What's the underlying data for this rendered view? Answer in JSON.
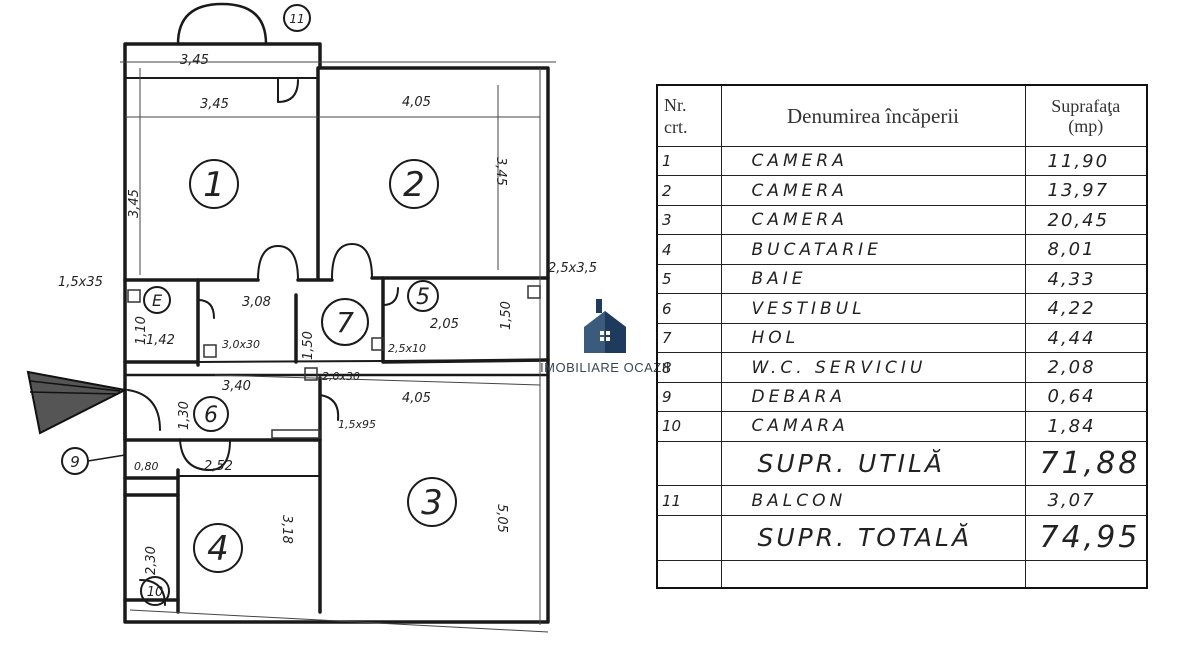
{
  "plan": {
    "dimensions": {
      "balcony_width": "3,45",
      "room1_width": "3,45",
      "room2_width": "4,05",
      "room1_height": "3,45",
      "room2_height": "3,45",
      "vent_left": "1,5x35",
      "vent_right": "2,5x3,5",
      "hall7_width": "3,08",
      "hall7_height": "1,50",
      "wc_width": "2,05",
      "wc_height": "1,50",
      "small_e_height": "1,10",
      "small_e_width": "1,42",
      "vent_e": "3,0x30",
      "vent_wc": "2,5x10",
      "hall6_width": "3,40",
      "vent_hall": "2,0x30",
      "room3_width": "4,05",
      "hall6_height": "1,30",
      "vent_kitchen": "1,5x95",
      "kitchen_width": "2,52",
      "pantry_dim": "0,80",
      "kitchen_height": "3,18",
      "room3_height": "5,05",
      "camara_height": "2,30"
    },
    "room_labels": {
      "r1": "1",
      "r2": "2",
      "r3": "3",
      "r4": "4",
      "r5": "5",
      "r6": "6",
      "r7": "7",
      "r8": "E",
      "r9": "9",
      "r10": "10",
      "r11": "11"
    }
  },
  "watermark": {
    "text": "IMOBILIARE OCAZII"
  },
  "table": {
    "headers": {
      "nr_line1": "Nr.",
      "nr_line2": "crt.",
      "name": "Denumirea încăperii",
      "area_line1": "Suprafaţa",
      "area_line2": "(mp)"
    },
    "rows": [
      {
        "nr": "1",
        "name": "CAMERA",
        "area": "11,90"
      },
      {
        "nr": "2",
        "name": "CAMERA",
        "area": "13,97"
      },
      {
        "nr": "3",
        "name": "CAMERA",
        "area": "20,45"
      },
      {
        "nr": "4",
        "name": "BUCATARIE",
        "area": "8,01"
      },
      {
        "nr": "5",
        "name": "BAIE",
        "area": "4,33"
      },
      {
        "nr": "6",
        "name": "VESTIBUL",
        "area": "4,22"
      },
      {
        "nr": "7",
        "name": "HOL",
        "area": "4,44"
      },
      {
        "nr": "8",
        "name": "W.C. SERVICIU",
        "area": "2,08"
      },
      {
        "nr": "9",
        "name": "DEBARA",
        "area": "0,64"
      },
      {
        "nr": "10",
        "name": "CAMARA",
        "area": "1,84"
      }
    ],
    "useful": {
      "label": "SUPR. UTILĂ",
      "value": "71,88"
    },
    "balcony": {
      "nr": "11",
      "name": "BALCON",
      "area": "3,07"
    },
    "total": {
      "label": "SUPR. TOTALĂ",
      "value": "74,95"
    }
  }
}
